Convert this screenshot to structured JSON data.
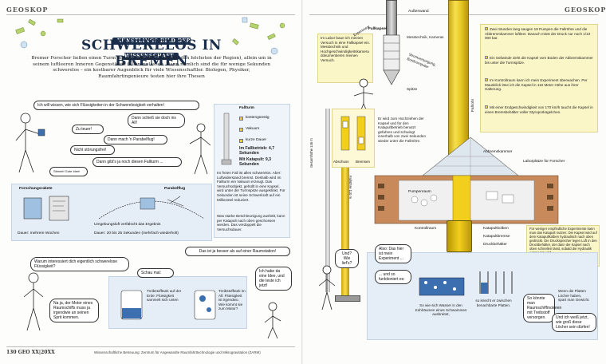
{
  "header": {
    "left_tag": "GEOSKOP",
    "right_tag": "GEOSKOP"
  },
  "article": {
    "kicker": "KÜNSTLINGS BILD DER WISSENSCHAFT",
    "title": "SCHWERELOS IN BREMEN",
    "intro": "Bremer Forscher ließen einen Turm bauen (nebenbei bemerkt: den höchsten der Region), allein um in seinem luftleeren Inneren Gegenstände fallen zu lassen. Dann nämlich sind die für wenige Sekunden schwerelos – ein kostbarer Augenblick für viele Wissenschaftler. Biologen, Physiker, Raumfahrtingenieure testen hier ihre Thesen"
  },
  "dialogue": {
    "q1": "Ich will wissen, wie sich Flüssigkeiten in der Schwerelosigkeit verhalten!",
    "a1": "Dann schieß sie doch ins All!",
    "a2": "Zu teuer!",
    "a3": "Dann mach 'n Parabelflug!",
    "a4": "Nicht störungsfrei!",
    "a5": "Dann gibt's ja noch diesen Fallturm ...",
    "a6": "Stimmt! Gute Idee!"
  },
  "fallturm": {
    "label": "Fallturm",
    "pros": [
      "kostengünstig",
      "Vakuum",
      "kurze Dauer"
    ],
    "time1": "Im Fallbetrieb: 4,7 Sekunden",
    "time2": "Mit Katapult: 9,3 Sekunden",
    "desc": "Im freien Fall ist alles schwerelos. Aber: Luftwiderstand bremst. Deshalb wird im Fallturm ein Vakuum erzeugt. Das Versuchsobjekt, gehüllt in eine Kapsel, wird unter der Turmspitze ausgeklinkt. Für Sekunden ist seine Schwerkraft auf ein Millionstel reduziert.",
    "desc2": "Was starke Beschleunigung aushält, kann per Katapult nach oben geschossen werden. Das verdoppelt die Versuchsdauer."
  },
  "methods": {
    "rocket_label": "Forschungsrakete",
    "rocket_duration": "Dauer: mehrere Wochen",
    "parabel_label": "Parabelflug",
    "env_note": "Umgebungsluft verfälscht das Ergebnis",
    "parabel_duration": "Dauer: 20 bis 25 Sekunden (mehrfach wiederholt)",
    "station_note": "Das ist ja besser als auf einer Raumstation!"
  },
  "comic_left": {
    "q": "Warum interessiert dich eigentlich schwerelose Flüssigkeit?",
    "a": "Na ja, der Motor eines Raumschiffs muss ja irgendwie an seinen Sprit kommen.",
    "wow": "Schau mal:",
    "tank1": "Treibstofftank auf der Erde: Flüssigkeit sammelt sich unten",
    "tank2": "Treibstofftank im All: Flüssigkeit ist irgendwo. Wie kommt sie zum Motor?",
    "idea": "Ich habe da eine Idee, und die teste ich jetzt!"
  },
  "tower": {
    "top_label": "Außenwand",
    "fallrohr": "Fallrohr",
    "height_label": "Gesamthöhe 146 m",
    "tube_label": "Fallröhre 110 m",
    "capsule_labels": [
      "Messtechnik, Kameras",
      "Stromversorgung, Bordcomputer"
    ],
    "tip": "Spitze",
    "experiment_note": "Im Labor baue ich meinen Versuch in eine Fallkapsel ein. Messtechnik und Hochgeschwindigkeitskamera dokumentieren meinen Versuch.",
    "experiment_tag": "Experiment",
    "abschuss": "Abschuss",
    "bremsen": "Bremsen",
    "catapult_note": "Er wird zum Hochziehen der Kapsel und für den Katapultbetrieb benutzt gefahren und schwingt innerhalb von zwei Sekunden wieder unter die Fallröhre.",
    "abbremskammer": "Abbremskammer",
    "laborplaetze": "Laborplätze für Forscher",
    "pumpenraum": "Pumpenraum",
    "kontrollraum": "Kontrollraum",
    "katapultkolben": "Katapultkolben",
    "katapultbremse": "Katapultbremse",
    "druckbehaelter": "Druckbehälter",
    "side_note": "Für weniger empfindliche Experimente kann man das Katapult nutzen: Die Kapsel wird auf dem Katapultkolben hydraulisch nach oben gedrückt. Die Druckspeicher legen Luft in den Druckbehälter, der dann die Kapsel nach oben schnellen lässt, sobald die Hydraulik entspannt wird."
  },
  "facts": [
    "Zwei Stunden lang saugen 18 Pumpen die Fallröhre und die Abbremmkammer luftleer. Danach misst der Druck nur noch 1/10 000 bar.",
    "Ein Seilwinde zieht die Kapsel vom Boden der Abbremskammer bis unter die Turmspitze.",
    "Im Kontrollraum kann ich mein Experiment überwachen. Per Mausklick löse ich die Kapsel in 110 Meter Höhe aus ihrer Halterung.",
    "Mit einer Endgeschwindigkeit von 170 km/h taucht die Kapsel in einen Bremsbehälter voller Styroporkügelchen."
  ],
  "comic_right": {
    "q1": "Und? Wie lief's?",
    "a1": "Also: Das hier ist mein Experiment ...",
    "a2": "... und so funktioniert es:",
    "water_note": "So wie sich Wasser in den Kohlräumen eines Schwammes ausbreitet,",
    "plates_note": "so kriecht er zwischen benachbarte Platten.",
    "conclusion": "So könnte man Raumschiffmotoren mit Treibstoff versorgen.",
    "weight_note": "Wenn die Platten Löcher haben, spart man Gewicht.",
    "last": "Und ich weiß jetzt, wie groß diese Löcher sein dürfen!"
  },
  "footer": {
    "page_num": "130 GEO XX|20XX",
    "credit": "Wissenschaftliche Betreuung: Zentrum für Angewandte Raumfahrttechnologie und Mikrogravitation (ZARM)"
  }
}
